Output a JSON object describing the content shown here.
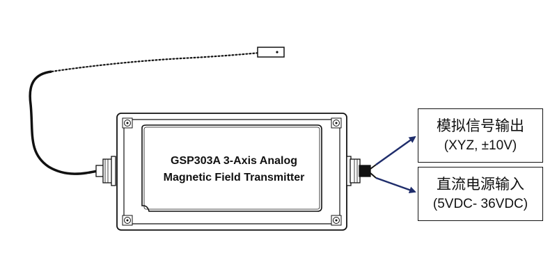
{
  "device": {
    "title_line1": "GSP303A 3-Axis Analog",
    "title_line2": "Magnetic Field Transmitter"
  },
  "output_box": {
    "line1": "模拟信号输出",
    "line2": "(XYZ, ±10V)"
  },
  "input_box": {
    "line1": "直流电源输入",
    "line2": "(5VDC- 36VDC)"
  },
  "colors": {
    "arrow": "#1f2d6b",
    "outline": "#111111"
  }
}
